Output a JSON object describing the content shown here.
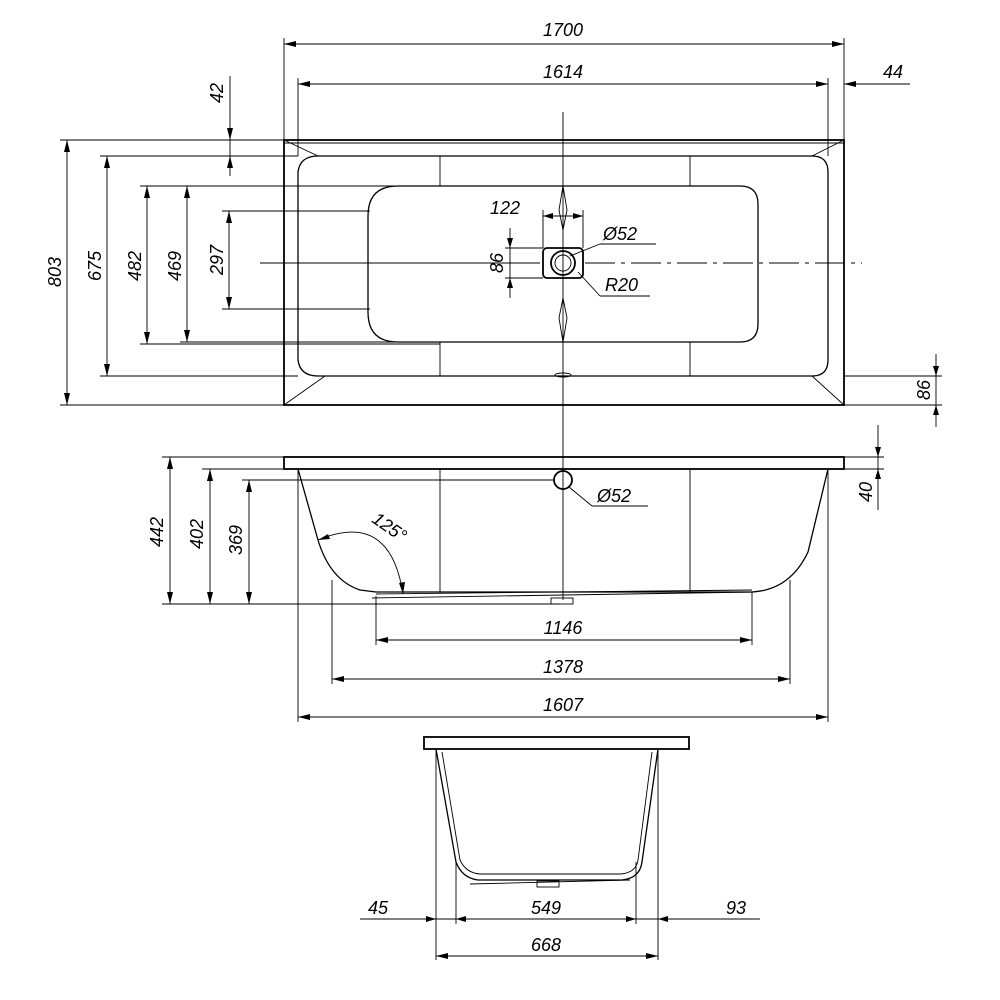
{
  "top_view": {
    "dims": {
      "overall_length": "1700",
      "inner_length": "1614",
      "rim_right": "44",
      "rim_top": "42",
      "overall_width": "803",
      "inner_width": "675",
      "width_482": "482",
      "width_469": "469",
      "width_297": "297",
      "drain_offset": "122",
      "drain_height": "86",
      "drain_diameter": "52",
      "drain_radius": "R20",
      "rim_bottom": "86",
      "diameter_prefix": "Ø"
    }
  },
  "side_view": {
    "dims": {
      "height_442": "442",
      "height_402": "402",
      "height_369": "369",
      "rim_thickness": "40",
      "overflow_diameter": "52",
      "angle": "125°",
      "bottom_1146": "1146",
      "bottom_1378": "1378",
      "length_1607": "1607",
      "diameter_prefix": "Ø"
    }
  },
  "end_view": {
    "dims": {
      "left_offset": "45",
      "bottom_width": "549",
      "right_offset": "93",
      "overall_width": "668"
    }
  }
}
